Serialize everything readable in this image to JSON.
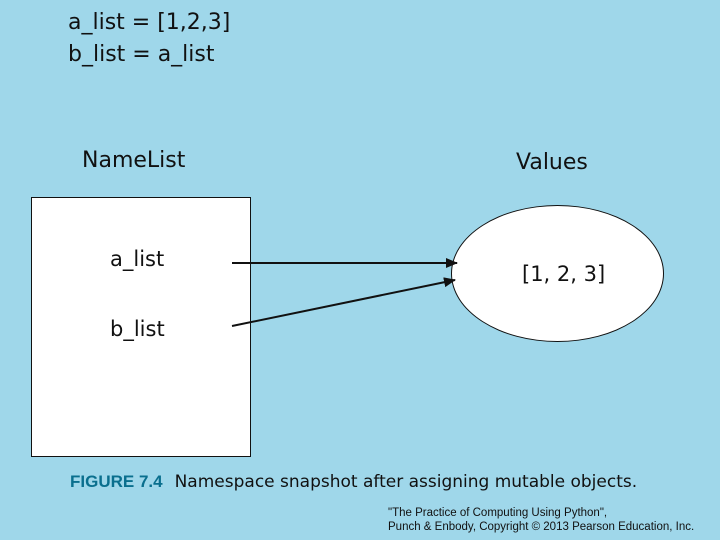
{
  "code": {
    "line1": "a_list = [1,2,3]",
    "line2": "b_list = a_list"
  },
  "namespace": {
    "heading": "NameList",
    "names": [
      "a_list",
      "b_list"
    ]
  },
  "values": {
    "heading": "Values",
    "object": "[1, 2, 3]"
  },
  "caption": {
    "figure_number": "FIGURE 7.4",
    "text": "Namespace snapshot after assigning mutable objects."
  },
  "credit": {
    "line1": "\"The Practice of Computing Using Python\",",
    "line2": "Punch & Enbody, Copyright © 2013 Pearson Education, Inc."
  },
  "colors": {
    "background": "#9fd7ea",
    "figure_label": "#0a6f8e"
  }
}
